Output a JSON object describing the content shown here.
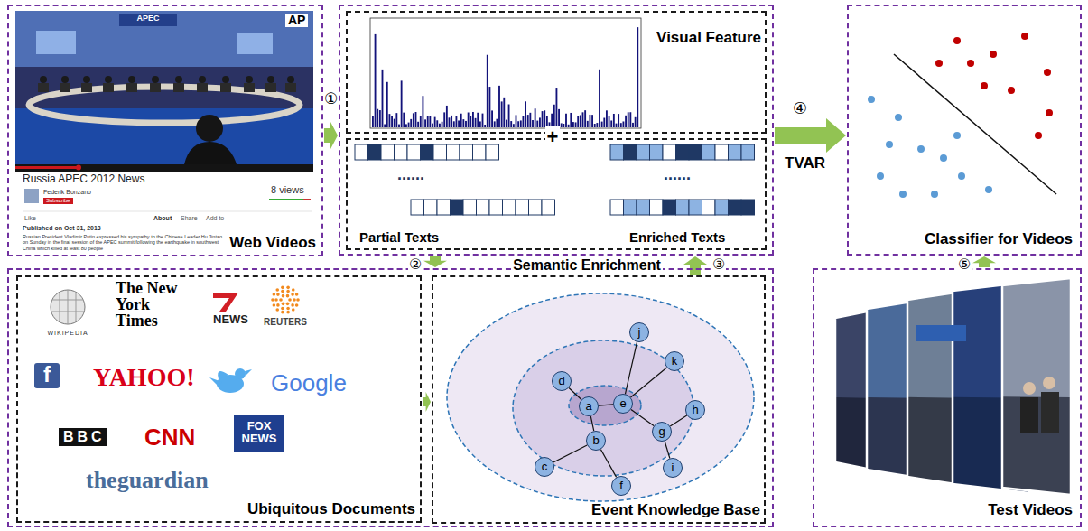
{
  "diagram": {
    "nodes": [
      {
        "text": [
          "Web Videos"
        ]
      },
      {
        "text": [
          "+"
        ]
      },
      {
        "text": [
          "Visual Feature"
        ],
        "in": 1
      },
      {
        "text": [
          "Partial Texts",
          "Enriched Texts"
        ],
        "in": 1
      },
      {
        "text": [
          "Classifier for Videos"
        ]
      },
      {
        "text": [
          "Semantic Enrichment"
        ]
      },
      {
        "text": [
          "Ubiquitous Documents"
        ],
        "in": 5
      },
      {
        "text": [
          "Event Knowledge Base"
        ],
        "in": 5
      },
      {
        "text": [
          "a"
        ],
        "in": 7
      },
      {
        "text": [
          "b"
        ],
        "in": 7
      },
      {
        "text": [
          "c"
        ],
        "in": 7
      },
      {
        "text": [
          "d"
        ],
        "in": 7
      },
      {
        "text": [
          "e"
        ],
        "in": 7
      },
      {
        "text": [
          "f"
        ],
        "in": 7
      },
      {
        "text": [
          "g"
        ],
        "in": 7
      },
      {
        "text": [
          "h"
        ],
        "in": 7
      },
      {
        "text": [
          "i"
        ],
        "in": 7
      },
      {
        "text": [
          "j"
        ],
        "in": 7
      },
      {
        "text": [
          "k"
        ],
        "in": 7
      },
      {
        "text": [
          "Test Videos"
        ]
      }
    ],
    "edges": [
      {
        "from": 0,
        "to": 1,
        "arrow": "to"
      },
      {
        "from": 1,
        "to": 5,
        "arrow": "to"
      },
      {
        "from": 7,
        "to": 1,
        "arrow": "to"
      },
      {
        "from": 1,
        "to": 4,
        "arrow": "to"
      },
      {
        "from": 19,
        "to": 4,
        "arrow": "to"
      },
      {
        "from": 6,
        "to": 7,
        "arrow": "to"
      },
      {
        "from": 11,
        "to": 8,
        "arrow": "none"
      },
      {
        "from": 8,
        "to": 12,
        "arrow": "none"
      },
      {
        "from": 8,
        "to": 9,
        "arrow": "none"
      },
      {
        "from": 9,
        "to": 10,
        "arrow": "none"
      },
      {
        "from": 9,
        "to": 13,
        "arrow": "none"
      },
      {
        "from": 12,
        "to": 17,
        "arrow": "none"
      },
      {
        "from": 12,
        "to": 18,
        "arrow": "none"
      },
      {
        "from": 12,
        "to": 14,
        "arrow": "none"
      },
      {
        "from": 14,
        "to": 15,
        "arrow": "none"
      },
      {
        "from": 14,
        "to": 16,
        "arrow": "none"
      }
    ],
    "labels": [
      "①",
      "AP",
      "APEC",
      "Russia APEC 2012 News",
      "Federik Bonzano",
      "Subscribe",
      "8 views",
      "Like",
      "About",
      "Share",
      "Add to",
      "Published on Oct 31, 2013",
      "Russian President Vladimir Putin expressed his sympathy to the Chinese Leader Hu Jintao on Sunday in the final session of the APEC summit following the earthquake in southwest China which killed at least 80 people",
      "......",
      "......",
      "④",
      "TVAR",
      "②",
      "③",
      "⑤",
      "WIKIPEDIA",
      "The New York Times",
      "NEWS",
      "REUTERS",
      "f",
      "YAHOO!",
      "Google",
      "BBC",
      "CNN",
      "FOX NEWS",
      "theguardian"
    ]
  }
}
